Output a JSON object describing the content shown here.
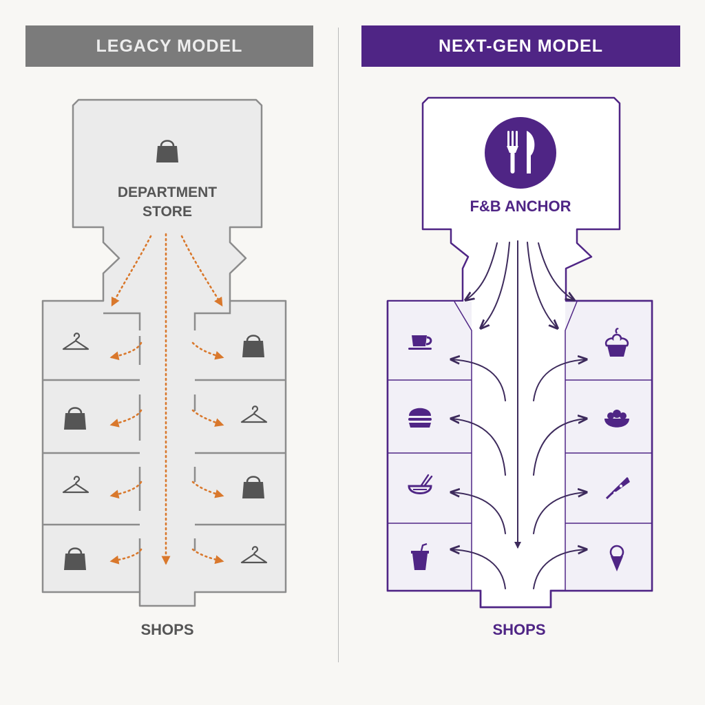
{
  "legacy": {
    "title": "LEGACY MODEL",
    "anchor_label_line1": "DEPARTMENT",
    "anchor_label_line2": "STORE",
    "anchor_icon": "shopping-bag-icon",
    "shops_label": "SHOPS",
    "shop_icons_left": [
      "hanger-icon",
      "shopping-bag-icon",
      "hanger-icon",
      "shopping-bag-icon"
    ],
    "shop_icons_right": [
      "shopping-bag-icon",
      "hanger-icon",
      "shopping-bag-icon",
      "hanger-icon"
    ],
    "colors": {
      "banner": "#7b7b7b",
      "outline": "#8c8c8c",
      "fill": "#ebebeb",
      "arrow": "#d9782c",
      "icon": "#555555"
    }
  },
  "next_gen": {
    "title": "NEXT-GEN MODEL",
    "anchor_label": "F&B ANCHOR",
    "anchor_icon": "fork-knife-icon",
    "shops_label": "SHOPS",
    "shop_icons_left": [
      "coffee-cup-icon",
      "burger-icon",
      "noodle-bowl-icon",
      "soda-cup-icon"
    ],
    "shop_icons_right": [
      "cupcake-icon",
      "salad-bowl-icon",
      "pizza-slice-icon",
      "ice-cream-cone-icon"
    ],
    "colors": {
      "banner": "#4f2585",
      "outline": "#4f2585",
      "fill": "#f2f0f7",
      "arrow": "#3d2a5c",
      "icon": "#4f2585"
    }
  }
}
